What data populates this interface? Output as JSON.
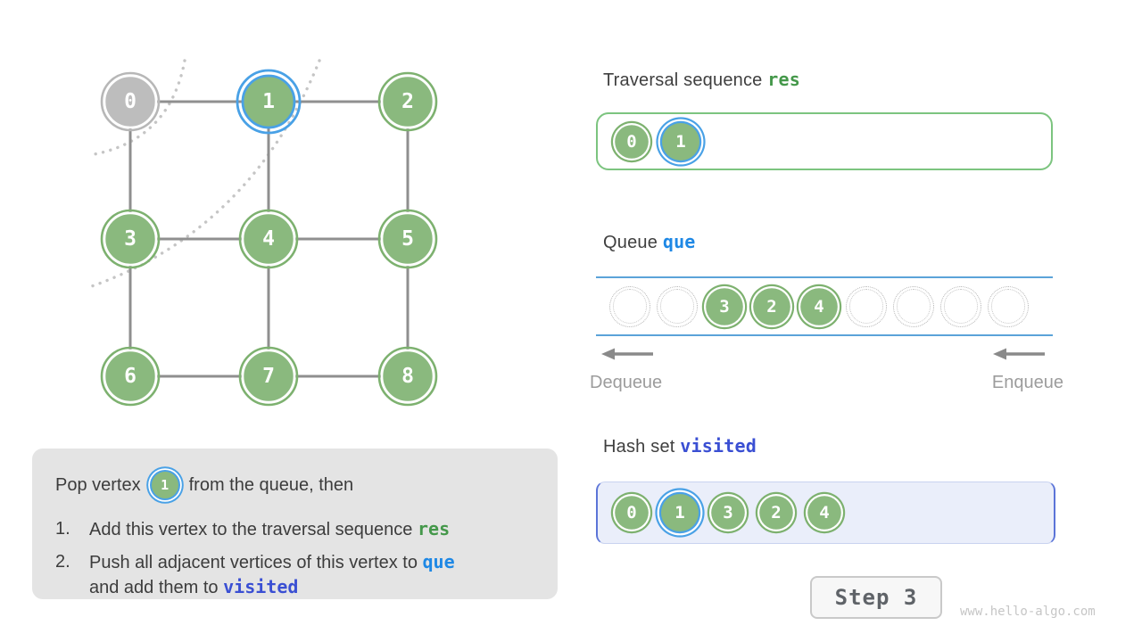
{
  "colors": {
    "vertex_green": "#8ab97e",
    "vertex_green_ring": "#7db16f",
    "vertex_gray": "#bdbdbd",
    "vertex_gray_ring": "#b7b7b7",
    "highlight_blue": "#49a1e6",
    "edge_gray": "#8f8f8f",
    "arc_dot_gray": "#c5c5c5",
    "res_green": "#44984a",
    "que_blue": "#1e88e5",
    "visited_indigo": "#3a4fd3",
    "queue_line_blue": "#5ba3d9"
  },
  "graph": {
    "vertices": [
      {
        "id": "0",
        "state": "done"
      },
      {
        "id": "1",
        "state": "current"
      },
      {
        "id": "2",
        "state": "active"
      },
      {
        "id": "3",
        "state": "active"
      },
      {
        "id": "4",
        "state": "active"
      },
      {
        "id": "5",
        "state": "active"
      },
      {
        "id": "6",
        "state": "active"
      },
      {
        "id": "7",
        "state": "active"
      },
      {
        "id": "8",
        "state": "active"
      }
    ],
    "edges": [
      [
        "0",
        "1"
      ],
      [
        "1",
        "2"
      ],
      [
        "0",
        "3"
      ],
      [
        "1",
        "4"
      ],
      [
        "2",
        "5"
      ],
      [
        "3",
        "4"
      ],
      [
        "4",
        "5"
      ],
      [
        "3",
        "6"
      ],
      [
        "4",
        "7"
      ],
      [
        "5",
        "8"
      ],
      [
        "6",
        "7"
      ],
      [
        "7",
        "8"
      ]
    ]
  },
  "traversal": {
    "heading": "Traversal sequence",
    "code": "res",
    "items": [
      {
        "v": "0"
      },
      {
        "v": "1",
        "hl": true
      }
    ]
  },
  "queue": {
    "heading": "Queue",
    "code": "que",
    "slots": [
      "",
      "",
      "3",
      "2",
      "4",
      "",
      "",
      "",
      ""
    ],
    "dequeue_label": "Dequeue",
    "enqueue_label": "Enqueue"
  },
  "visited": {
    "heading": "Hash set",
    "code": "visited",
    "items": [
      {
        "v": "0"
      },
      {
        "v": "1",
        "hl": true
      },
      {
        "v": "3"
      },
      {
        "v": "2"
      },
      {
        "v": "4"
      }
    ]
  },
  "instruction": {
    "intro_before": "Pop vertex",
    "intro_vertex": "1",
    "intro_after": "from the queue, then",
    "steps": [
      {
        "num": "1.",
        "segments": [
          {
            "text": "Add this vertex to the traversal sequence "
          },
          {
            "code": "res",
            "color": "#44984a"
          }
        ]
      },
      {
        "num": "2.",
        "segments": [
          {
            "text": "Push all adjacent vertices of this vertex to "
          },
          {
            "code": "que",
            "color": "#1e88e5"
          },
          {
            "break": true
          },
          {
            "text": "and add them to "
          },
          {
            "code": "visited",
            "color": "#3a4fd3"
          }
        ]
      }
    ]
  },
  "footer": {
    "step_label": "Step 3",
    "watermark": "www.hello-algo.com"
  }
}
